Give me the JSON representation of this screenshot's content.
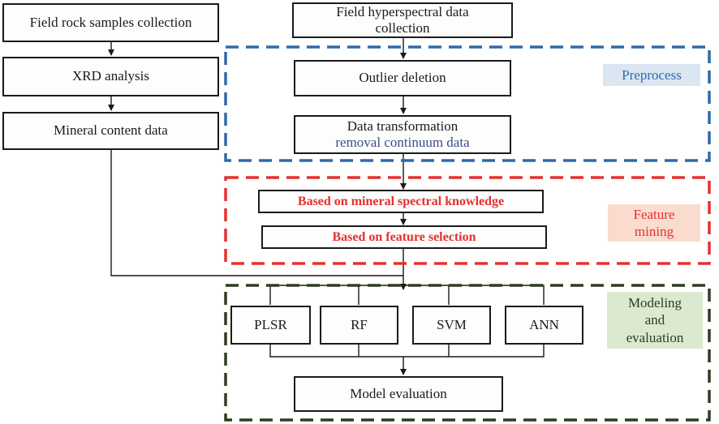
{
  "boxes": {
    "field_rock": "Field rock samples collection",
    "xrd": "XRD analysis",
    "mineral_content": "Mineral content data",
    "field_hyper_1": "Field hyperspectral data",
    "field_hyper_2": "collection",
    "outlier": "Outlier deletion",
    "transform_1": "Data transformation",
    "transform_2": "removal continuum data",
    "mineral_knowledge": "Based on mineral spectral knowledge",
    "feature_selection": "Based on feature selection",
    "plsr": "PLSR",
    "rf": "RF",
    "svm": "SVM",
    "ann": "ANN",
    "model_eval": "Model evaluation"
  },
  "stages": {
    "preprocess": "Preprocess",
    "feature_1": "Feature",
    "feature_2": "mining",
    "modeling_1": "Modeling",
    "modeling_2": "and",
    "modeling_3": "evaluation"
  },
  "colors": {
    "preprocess": "#2f6aa8",
    "feature": "#e53030",
    "modeling": "#2e3d22",
    "preprocess_tag_bg": "#dbe6f3",
    "feature_tag_bg": "#f9dccd",
    "modeling_tag_bg": "#dbe9d0"
  }
}
